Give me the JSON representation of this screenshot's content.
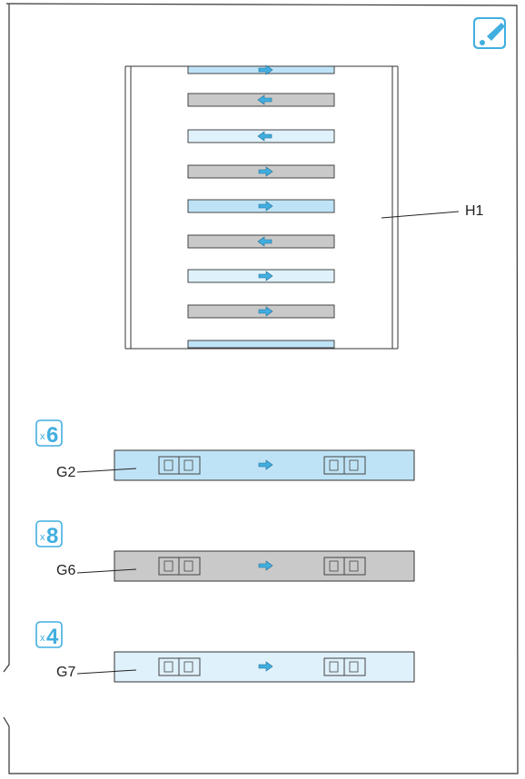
{
  "colors": {
    "blue_strip": "#bfe3f6",
    "light_blue_strip": "#dff1fb",
    "gray_strip": "#c9c9c9",
    "accent": "#41aee0",
    "outline": "#333333"
  },
  "tool_icon": "marker-pen-icon",
  "assembly": {
    "label": "H1",
    "slats": [
      {
        "color": "blue",
        "arrow": "right"
      },
      {
        "color": "gray",
        "arrow": "left"
      },
      {
        "color": "light_blue",
        "arrow": "left"
      },
      {
        "color": "gray",
        "arrow": "right"
      },
      {
        "color": "blue",
        "arrow": "right"
      },
      {
        "color": "gray",
        "arrow": "left"
      },
      {
        "color": "light_blue",
        "arrow": "right"
      },
      {
        "color": "gray",
        "arrow": "right"
      },
      {
        "color": "blue",
        "arrow": "none"
      }
    ]
  },
  "parts": [
    {
      "label": "G2",
      "quantity": "6",
      "color": "blue"
    },
    {
      "label": "G6",
      "quantity": "8",
      "color": "gray"
    },
    {
      "label": "G7",
      "quantity": "4",
      "color": "light_blue"
    }
  ],
  "quantity_prefix": "x"
}
